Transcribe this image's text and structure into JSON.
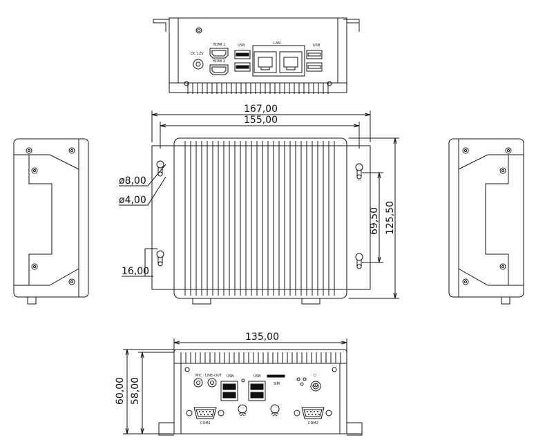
{
  "dimensions": {
    "top_width_outer": "167,00",
    "top_width_inner": "155,00",
    "hole_large": "ø8,00",
    "hole_small": "ø4,00",
    "slot_spacing": "16,00",
    "mount_vertical": "69,50",
    "height_total": "125,50",
    "body_width": "135,00",
    "height_outer": "60,00",
    "height_inner": "58,00"
  },
  "rear_panel": {
    "dc_label": "DC 12V",
    "hdmi1": "HDMI 1",
    "hdmi2": "HDMI 2",
    "usb_left": "USB",
    "lan": "LAN",
    "usb_right": "USB"
  },
  "front_panel": {
    "mic": "MIC",
    "line_out": "LINE-OUT",
    "usb1": "USB",
    "usb2": "USB",
    "sim": "SIM",
    "com1": "COM1",
    "com2": "COM2"
  }
}
